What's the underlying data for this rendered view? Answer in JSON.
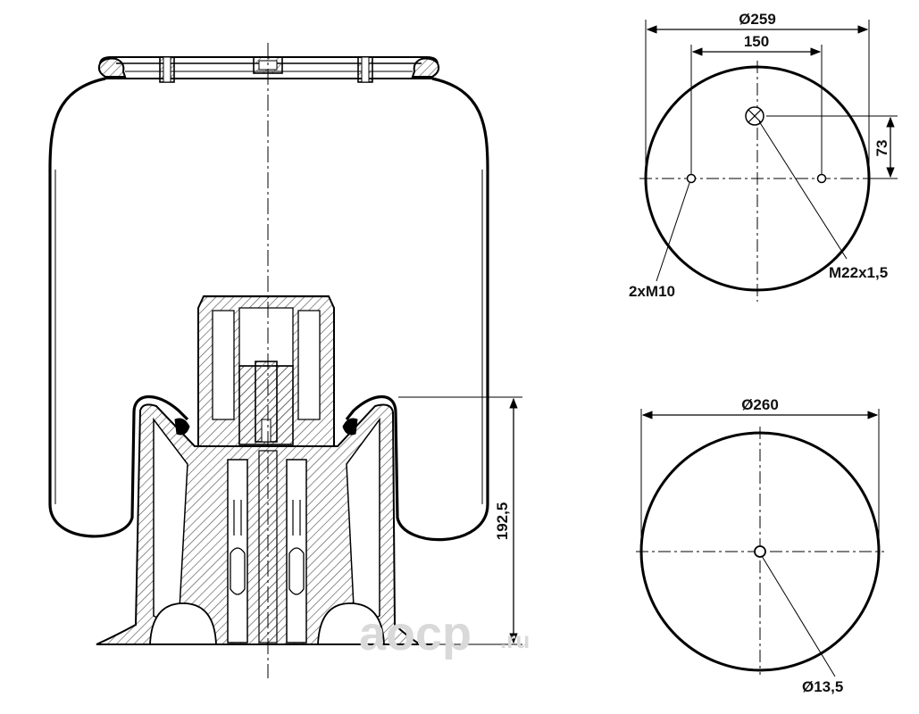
{
  "side_view": {
    "height_dim": "192,5"
  },
  "top_plate": {
    "diameter": "Ø259",
    "bolt_spacing": "150",
    "offset": "73",
    "bolt_label": "2xM10",
    "thread_label": "M22x1,5"
  },
  "bottom_plate": {
    "diameter": "Ø260",
    "hole_label": "Ø13,5"
  },
  "watermark": {
    "brand": "aocp",
    "suffix": ".ru"
  },
  "colors": {
    "line": "#000000",
    "hatch": "#555555",
    "watermark": "#d9d9d9"
  }
}
